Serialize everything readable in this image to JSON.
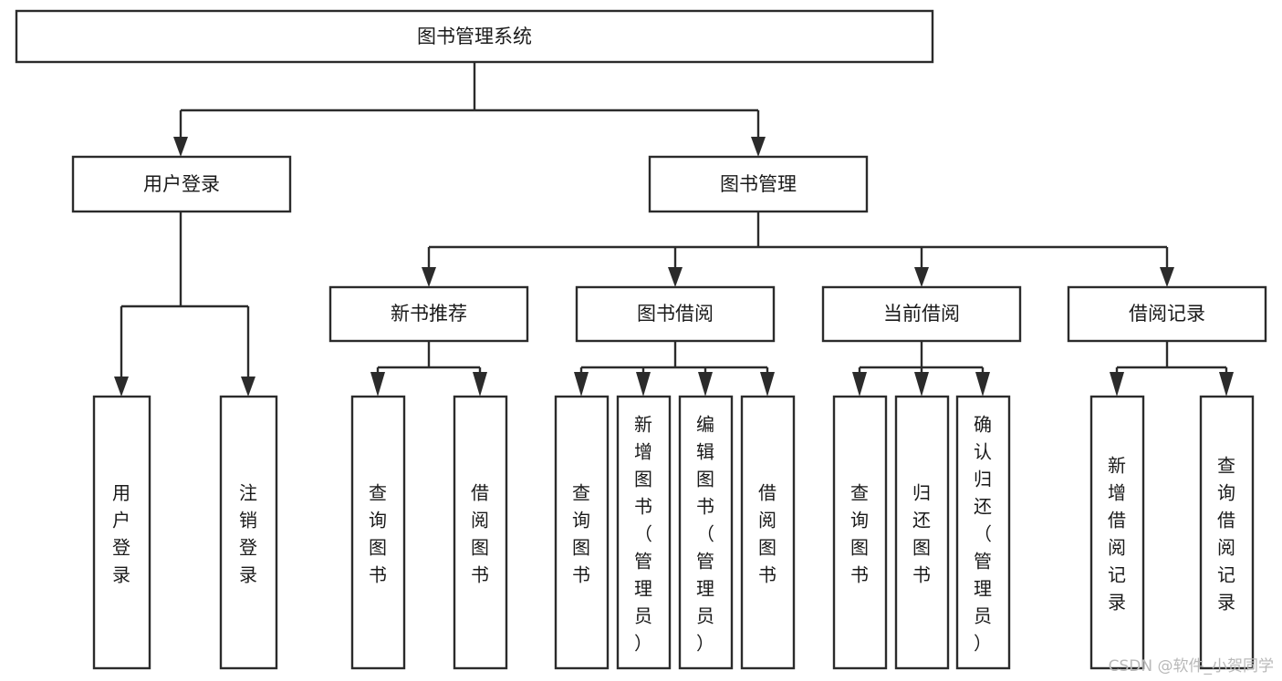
{
  "diagram": {
    "title": "图书管理系统",
    "type": "hierarchy-tree",
    "orientation": "top-down",
    "nodes": {
      "root": {
        "label": "图书管理系统",
        "level": 0,
        "text_direction": "horizontal"
      },
      "level1": [
        {
          "id": "user-login",
          "label": "用户登录",
          "text_direction": "horizontal"
        },
        {
          "id": "book-management",
          "label": "图书管理",
          "text_direction": "horizontal"
        }
      ],
      "level2": [
        {
          "id": "new-book-recommend",
          "label": "新书推荐",
          "parent": "book-management",
          "text_direction": "horizontal"
        },
        {
          "id": "book-borrow",
          "label": "图书借阅",
          "parent": "book-management",
          "text_direction": "horizontal"
        },
        {
          "id": "current-borrow",
          "label": "当前借阅",
          "parent": "book-management",
          "text_direction": "horizontal"
        },
        {
          "id": "borrow-record",
          "label": "借阅记录",
          "parent": "book-management",
          "text_direction": "horizontal"
        }
      ],
      "leaves": [
        {
          "id": "leaf-user-login",
          "label": "用户登录",
          "parent": "user-login",
          "text_direction": "vertical"
        },
        {
          "id": "leaf-logout",
          "label": "注销登录",
          "parent": "user-login",
          "text_direction": "vertical"
        },
        {
          "id": "leaf-query-book-1",
          "label": "查询图书",
          "parent": "new-book-recommend",
          "text_direction": "vertical"
        },
        {
          "id": "leaf-borrow-book-1",
          "label": "借阅图书",
          "parent": "new-book-recommend",
          "text_direction": "vertical"
        },
        {
          "id": "leaf-query-book-2",
          "label": "查询图书",
          "parent": "book-borrow",
          "text_direction": "vertical"
        },
        {
          "id": "leaf-add-book",
          "label": "新增图书（管理员）",
          "parent": "book-borrow",
          "text_direction": "vertical"
        },
        {
          "id": "leaf-edit-book",
          "label": "编辑图书（管理员）",
          "parent": "book-borrow",
          "text_direction": "vertical"
        },
        {
          "id": "leaf-borrow-book-2",
          "label": "借阅图书",
          "parent": "book-borrow",
          "text_direction": "vertical"
        },
        {
          "id": "leaf-query-book-3",
          "label": "查询图书",
          "parent": "current-borrow",
          "text_direction": "vertical"
        },
        {
          "id": "leaf-return-book",
          "label": "归还图书",
          "parent": "current-borrow",
          "text_direction": "vertical"
        },
        {
          "id": "leaf-confirm-return",
          "label": "确认归还（管理员）",
          "parent": "current-borrow",
          "text_direction": "vertical"
        },
        {
          "id": "leaf-add-record",
          "label": "新增借阅记录",
          "parent": "borrow-record",
          "text_direction": "vertical"
        },
        {
          "id": "leaf-query-record",
          "label": "查询借阅记录",
          "parent": "borrow-record",
          "text_direction": "vertical"
        }
      ]
    },
    "colors": {
      "box_stroke": "#2b2b2b",
      "box_fill": "#ffffff",
      "text": "#1a1a1a",
      "connector": "#2b2b2b",
      "watermark": "#b9b9b9",
      "background": "#ffffff"
    }
  },
  "watermark": {
    "text": "CSDN @软件_小贺同学"
  }
}
